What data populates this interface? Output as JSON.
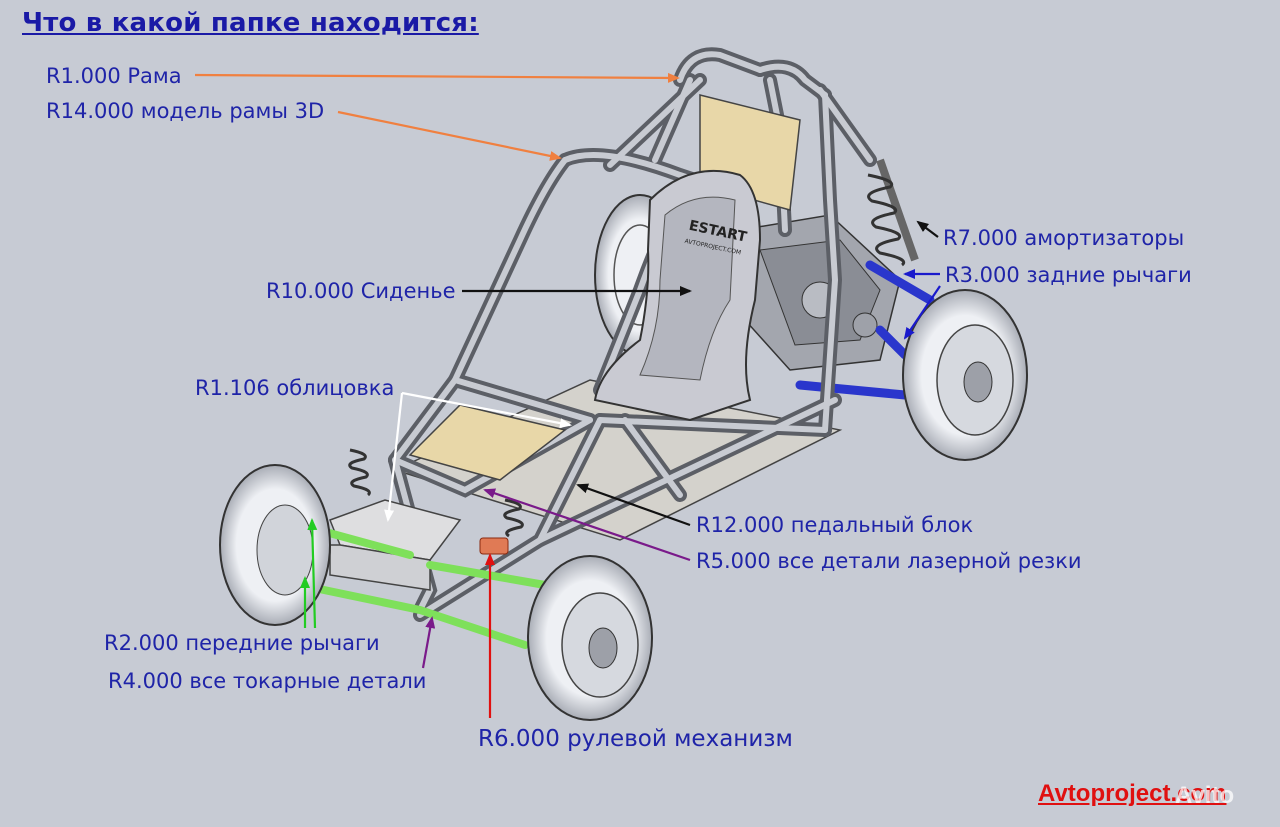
{
  "title": "Что в какой папке находится:",
  "labels": {
    "frame": "R1.000 Рама",
    "frame_model": "R14.000 модель рамы 3D",
    "seat": "R10.000 Сиденье",
    "cladding": "R1.106 облицовка",
    "shocks": "R7.000 амортизаторы",
    "rear_arms": "R3.000 задние рычаги",
    "pedal_block": "R12.000 педальный блок",
    "laser_parts": "R5.000 все детали лазерной резки",
    "front_arms": "R2.000 передние рычаги",
    "turned_parts": "R4.000 все токарные детали",
    "steering": "R6.000 рулевой механизм"
  },
  "seat_text": "ESTART",
  "seat_subtext": "AVTOPROJECT.COM",
  "brand": "Avtoproject.com",
  "watermark": "Avito",
  "colors": {
    "background": "#c7cbd4",
    "label_text": "#1f24a8",
    "title_text": "#1a1aa6",
    "arrow_orange": "#f08040",
    "arrow_black": "#111111",
    "arrow_white": "#ffffff",
    "arrow_blue": "#1a1acc",
    "arrow_purple": "#7a1a8a",
    "arrow_green": "#22cc22",
    "arrow_red": "#e01010",
    "front_arms": "#7ee05a",
    "rear_arms": "#2a36cc",
    "panel_beige": "#e8d7a8",
    "brand_red": "#e01010"
  }
}
